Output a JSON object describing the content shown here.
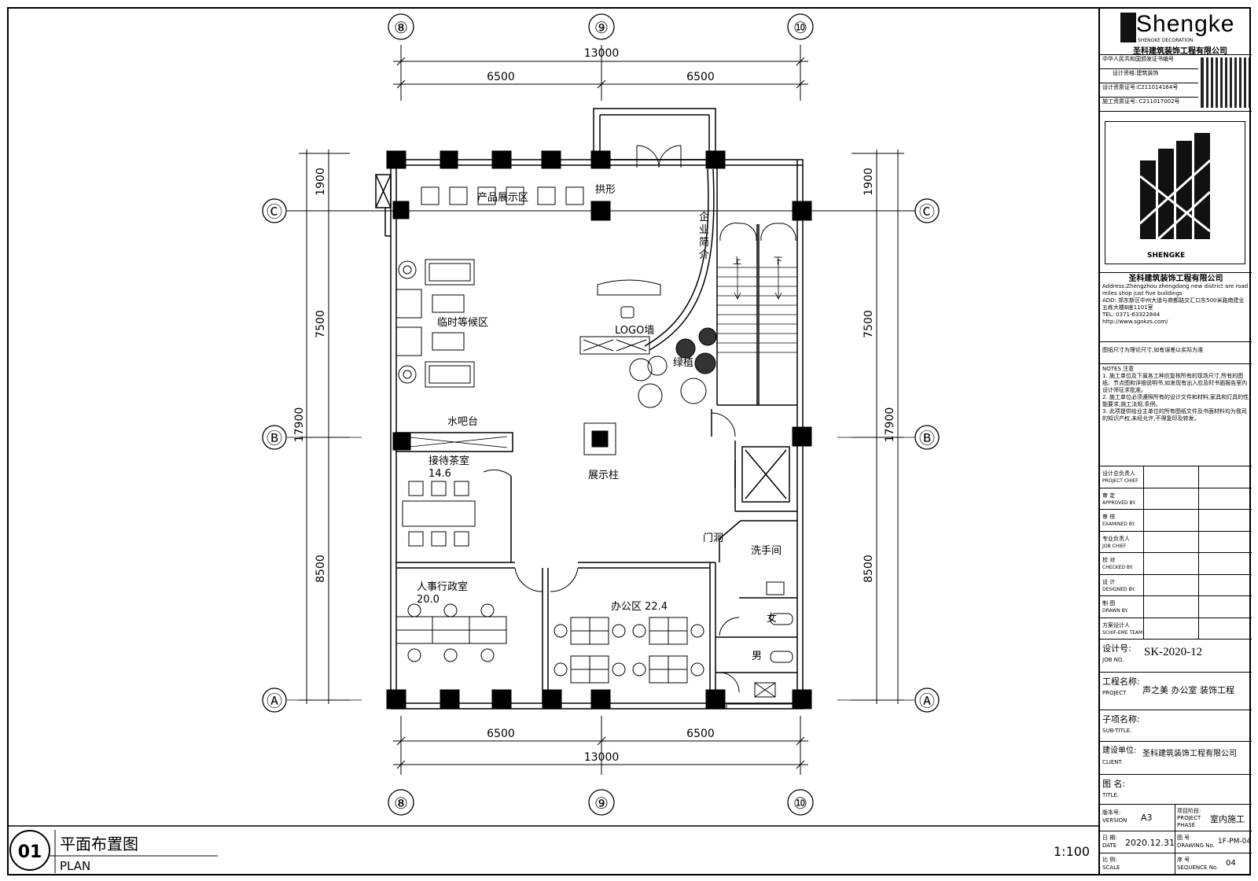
{
  "grid": {
    "columns": [
      "⑧",
      "⑨",
      "⑩"
    ],
    "rows": [
      "Ⓒ",
      "Ⓑ",
      "Ⓐ"
    ],
    "dims_top": {
      "total": "13000",
      "left": "6500",
      "right": "6500"
    },
    "dims_bottom": {
      "total": "13000",
      "left": "6500",
      "right": "6500"
    },
    "dims_left": {
      "total": "17900",
      "top": "1900",
      "mid": "7500",
      "bottom": "8500"
    },
    "dims_right": {
      "total": "17900",
      "top": "1900",
      "mid": "7500",
      "bottom": "8500"
    }
  },
  "rooms": {
    "product_display": "产品展示区",
    "arch": "拱形",
    "company_intro": [
      "企",
      "业",
      "简",
      "介"
    ],
    "waiting": "临时等候区",
    "logo_wall": "LOGO墙",
    "green_plant": "绿植",
    "water_bar": "水吧台",
    "reception_tea": "接待茶室",
    "reception_area": "14.6",
    "display_column": "展示柱",
    "door_hole": "门洞",
    "restroom": "洗手间",
    "hr_admin": "人事行政室",
    "hr_area": "20.0",
    "office": "办公区  22.4",
    "female": "女",
    "male": "男",
    "stair_up": "上",
    "stair_down": "下"
  },
  "drawing_title": {
    "number": "01",
    "cn": "平面布置图",
    "en": "PLAN",
    "scale": "1:100"
  },
  "title_block": {
    "logo_text": "Shengke",
    "logo_sub": "SHENGKE DECORATION",
    "company_logo_line": "圣科建筑装饰工程有限公司",
    "cert_lines": [
      "中华人民共和国颁发证书编号",
      "设计资格:建筑装饰",
      "设计资质证号:C211014164号",
      "施工资质证号: C211017002号"
    ],
    "emblem_label": "SHENGKE",
    "company": "圣科建筑装饰工程有限公司",
    "address_en": "Address:Zhengzhou zhengdong new district are road miles shop just five buildings",
    "address_cn": "ADD: 郑东新区中州大道与商都路交汇口东500米路南建业五栋大楼B座1101室",
    "tel": "TEL: 0371-63322844",
    "url": "http://www.sgokzs.com/",
    "size_note": "图纸尺寸为理论尺寸,如有误差以实际为准",
    "notes_head": "NOTES 注意",
    "notes": [
      "1. 施工单位及下属各工种应复核所有的现场尺寸,所有的图纸、节点图和详细说明书,如发现有出入应及时书面报告室内设计师征求批准。",
      "2. 施工单位必须遵照所有的设计文件和材料,家具和灯具的性能要求,施工法规,条例。",
      "3. 此项提供给业主单位的所有图纸文件及书面材料均为我司的知识产权,未经允许,不得复印及转发。"
    ],
    "sign_rows": [
      {
        "cn": "设计总负责人",
        "en": "PROJECT CHIEF"
      },
      {
        "cn": "审  定",
        "en": "APPROVED BY."
      },
      {
        "cn": "审  核",
        "en": "EXAMINED BY."
      },
      {
        "cn": "专业负责人",
        "en": "JOB CHIEF"
      },
      {
        "cn": "校  对",
        "en": "CHECKED BY."
      },
      {
        "cn": "设  计",
        "en": "DESIGNED BY."
      },
      {
        "cn": "制  图",
        "en": "DRAWN BY."
      },
      {
        "cn": "方案设计人",
        "en": "SCHIF-EME TEAM"
      }
    ],
    "job_no_label": "设计号:",
    "job_no_en": "JOB NO.",
    "job_no": "SK-2020-12",
    "project_label": "工程名称:",
    "project_en": "PROJECT",
    "project": "声之美 办公室 装饰工程",
    "subtitle_label": "子项名称:",
    "subtitle_en": "SUB-TITLE.",
    "client_label": "建设单位:",
    "client_en": "CLIENT.",
    "client": "圣科建筑装饰工程有限公司",
    "title_label": "图 名:",
    "title_en": "TITLE.",
    "version_label": "版本号:",
    "version_en": "VERSION",
    "version": "A3",
    "phase_label": "项目阶段:",
    "phase_en": "PROJECT PHASE",
    "phase": "室内施工",
    "date_label": "日 期:",
    "date_en": "DATE",
    "date": "2020.12.31",
    "drawing_no_label": "图 号",
    "drawing_no_en": "DRAWING No.",
    "drawing_no": "1F-PM-04",
    "scale_label": "比 例:",
    "scale_en": "SCALE",
    "seq_label": "序 号",
    "seq_en": "SEQUENCE No.",
    "seq": "04"
  }
}
